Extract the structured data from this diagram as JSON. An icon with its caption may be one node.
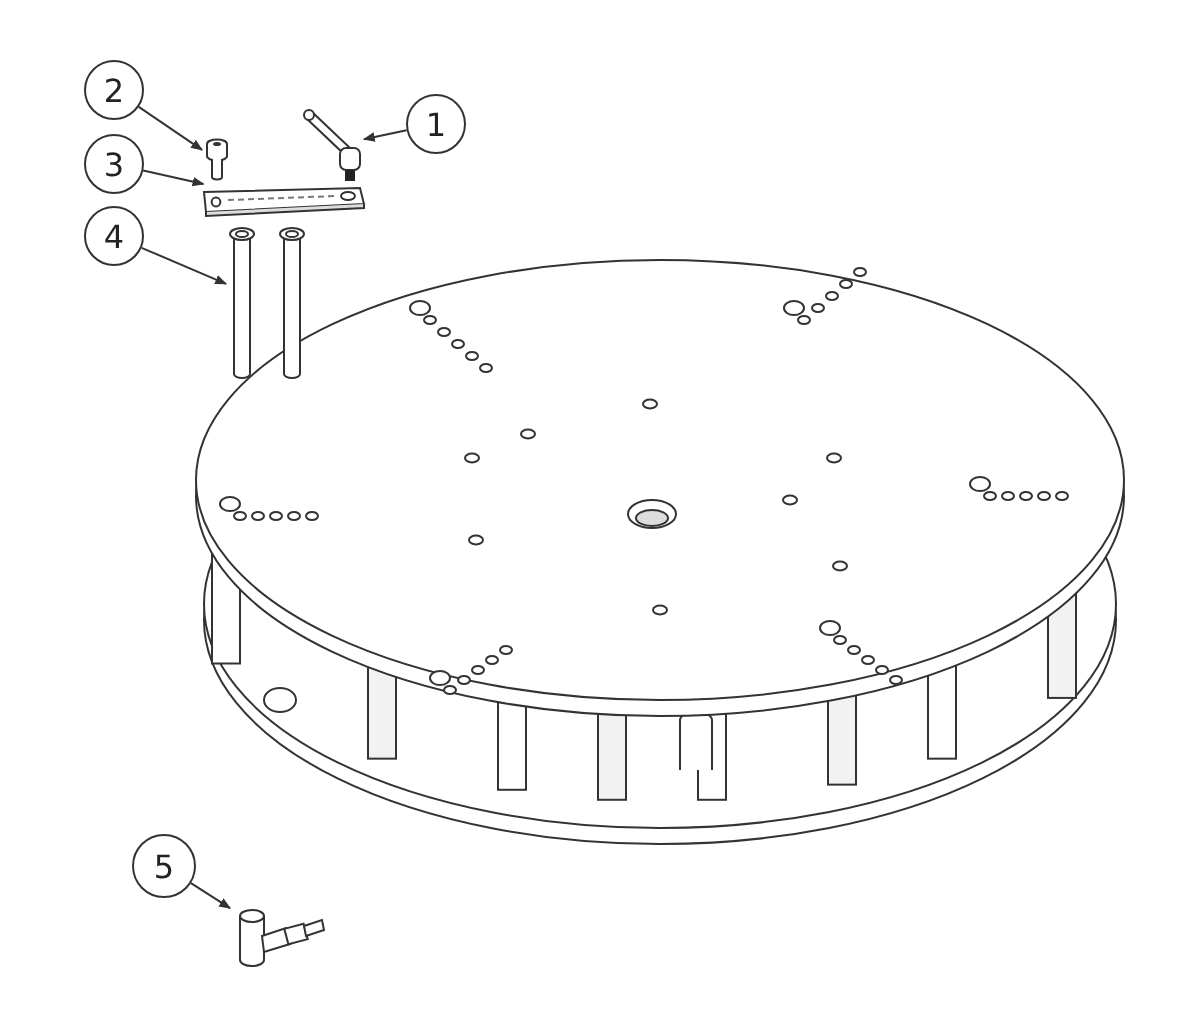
{
  "diagram": {
    "nodes": [
      {
        "text": [
          "2"
        ]
      },
      {
        "text": [],
        "shape": "picture"
      },
      {
        "text": [
          "1"
        ]
      },
      {
        "text": [],
        "shape": "picture"
      },
      {
        "text": [
          "3"
        ]
      },
      {
        "text": [],
        "shape": "picture"
      },
      {
        "text": [
          "4"
        ]
      },
      {
        "text": [],
        "shape": "picture"
      },
      {
        "text": [
          "5"
        ]
      },
      {
        "text": [],
        "shape": "picture"
      }
    ],
    "edges": [
      {
        "from": 0,
        "to": 1,
        "arrow": "to"
      },
      {
        "from": 2,
        "to": 3,
        "arrow": "to"
      },
      {
        "from": 4,
        "to": 5,
        "arrow": "to"
      },
      {
        "from": 6,
        "to": 7,
        "arrow": "to"
      },
      {
        "from": 8,
        "to": 9,
        "arrow": "to"
      }
    ]
  }
}
